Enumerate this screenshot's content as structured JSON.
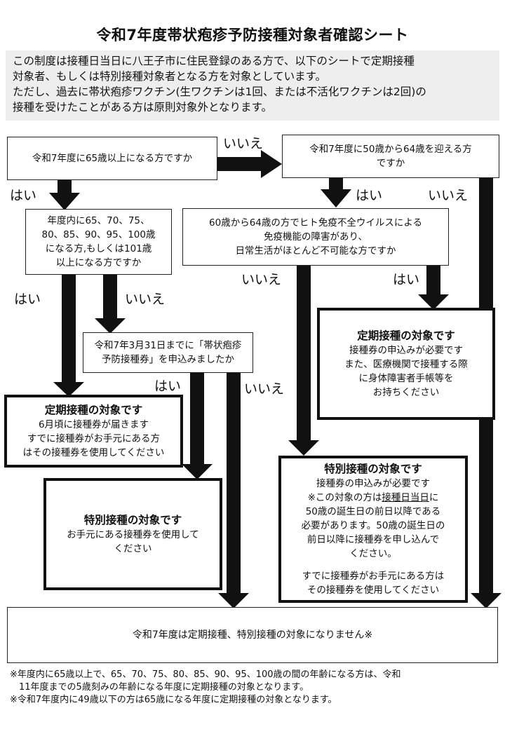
{
  "title": "令和7年度帯状疱疹予防接種対象者確認シート",
  "intro": {
    "lines": [
      "この制度は接種日当日に八王子市に住民登録のある方で、以下のシートで定期接種",
      "対象者、もしくは特別接種対象者となる方を対象としています。",
      "ただし、過去に帯状疱疹ワクチン(生ワクチンは1回、または不活化ワクチンは2回)の",
      "接種を受けたことがある方は原則対象外となります。"
    ]
  },
  "q1": {
    "lines": [
      "令和7年度に65歳以上になる方ですか"
    ]
  },
  "q2": {
    "lines": [
      "令和7年度に50歳から64歳を迎える方",
      "ですか"
    ]
  },
  "q3": {
    "lines": [
      "年度内に65、70、75、",
      "80、85、90、95、100歳",
      "になる方,もしくは101歳",
      "以上になる方ですか"
    ]
  },
  "q4": {
    "lines": [
      "60歳から64歳の方でヒト免疫不全ウイルスによる",
      "免疫機能の障害があり、",
      "日常生活がほとんど不可能な方ですか"
    ]
  },
  "q5": {
    "lines": [
      "令和7年3月31日までに「帯状疱疹",
      "予防接種券」を申込みましたか"
    ]
  },
  "r1": {
    "heading": "定期接種の対象です",
    "lines": [
      "6月頃に接種券が届きます",
      "すでに接種券がお手元にある方",
      "はその接種券を使用してください"
    ]
  },
  "r2": {
    "heading": "特別接種の対象です",
    "lines": [
      "お手元にある接種券を使用して",
      "ください"
    ]
  },
  "r3": {
    "heading": "定期接種の対象です",
    "lines": [
      "接種券の申込みが必要です",
      "また、医療機関で接種する際",
      "に身体障害者手帳等を",
      "お持ちください"
    ]
  },
  "r4": {
    "heading": "特別接種の対象です",
    "line1": "接種券の申込みが必要です",
    "line2_pre": "※この対象の方は",
    "line2_u": "接種日当日",
    "line2_post": "に",
    "lines": [
      "50歳の誕生日の前日以降である",
      "必要があります。50歳の誕生日の",
      "前日以降に接種券を申し込んで",
      "ください。"
    ],
    "lines2": [
      "すでに接種券がお手元にある方は",
      "その接種券を使用してください"
    ]
  },
  "final": {
    "text": "令和7年度は定期接種、特別接種の対象になりません※"
  },
  "labels": {
    "yes": "はい",
    "no": "いいえ"
  },
  "notes": [
    "※年度内に65歳以上で、65、70、75、80、85、90、95、100歳の間の年齢になる方は、令和",
    "　11年度までの5歳刻みの年齢になる年度に定期接種の対象となります。",
    "※令和7年度内に49歳以下の方は65歳になる年度に定期接種の対象となります。"
  ]
}
